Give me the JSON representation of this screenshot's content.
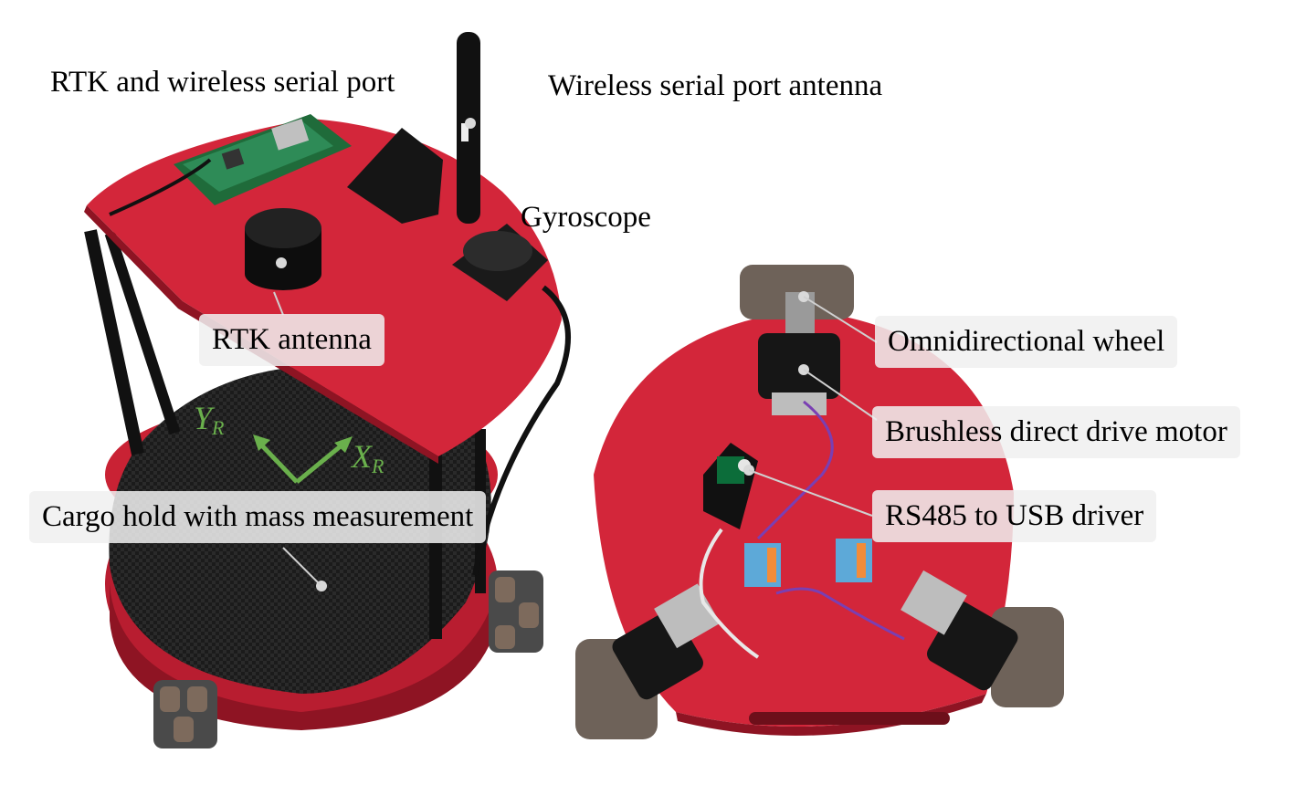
{
  "labels": {
    "rtk_serial": "RTK and wireless serial port",
    "wireless_antenna": "Wireless serial port antenna",
    "gyroscope": "Gyroscope",
    "rtk_antenna": "RTK antenna",
    "cargo_hold": "Cargo hold with mass measurement",
    "omni_wheel": "Omnidirectional wheel",
    "bldc_motor": "Brushless direct drive motor",
    "rs485": "RS485 to USB driver"
  },
  "axes": {
    "y_main": "Y",
    "y_sub": "R",
    "x_main": "X",
    "x_sub": "R"
  },
  "colors": {
    "chassis_red": "#d3263a",
    "chassis_dark": "#9e1626",
    "carbon": "#222222",
    "axis_green": "#6ab04c",
    "label_bg": "#f0f0f0"
  }
}
